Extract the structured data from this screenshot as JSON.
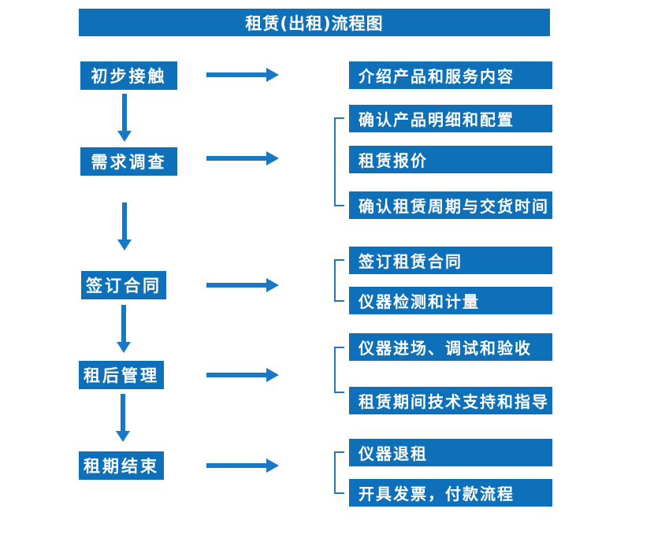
{
  "title": "租赁(出租)流程图",
  "colors": {
    "box_fill": "#0e70b9",
    "arrow_fill": "#1878c4",
    "bracket_stroke": "#2e75b6",
    "text": "#ffffff",
    "background": "#ffffff"
  },
  "steps": [
    {
      "label": "初步接触",
      "details": [
        "介绍产品和服务内容"
      ]
    },
    {
      "label": "需求调查",
      "details": [
        "确认产品明细和配置",
        "租赁报价",
        "确认租赁周期与交货时间"
      ]
    },
    {
      "label": "签订合同",
      "details": [
        "签订租赁合同",
        "仪器检测和计量"
      ]
    },
    {
      "label": "租后管理",
      "details": [
        "仪器进场、调试和验收",
        "租赁期间技术支持和指导"
      ]
    },
    {
      "label": "租期结束",
      "details": [
        "仪器退租",
        "开具发票，付款流程"
      ]
    }
  ]
}
